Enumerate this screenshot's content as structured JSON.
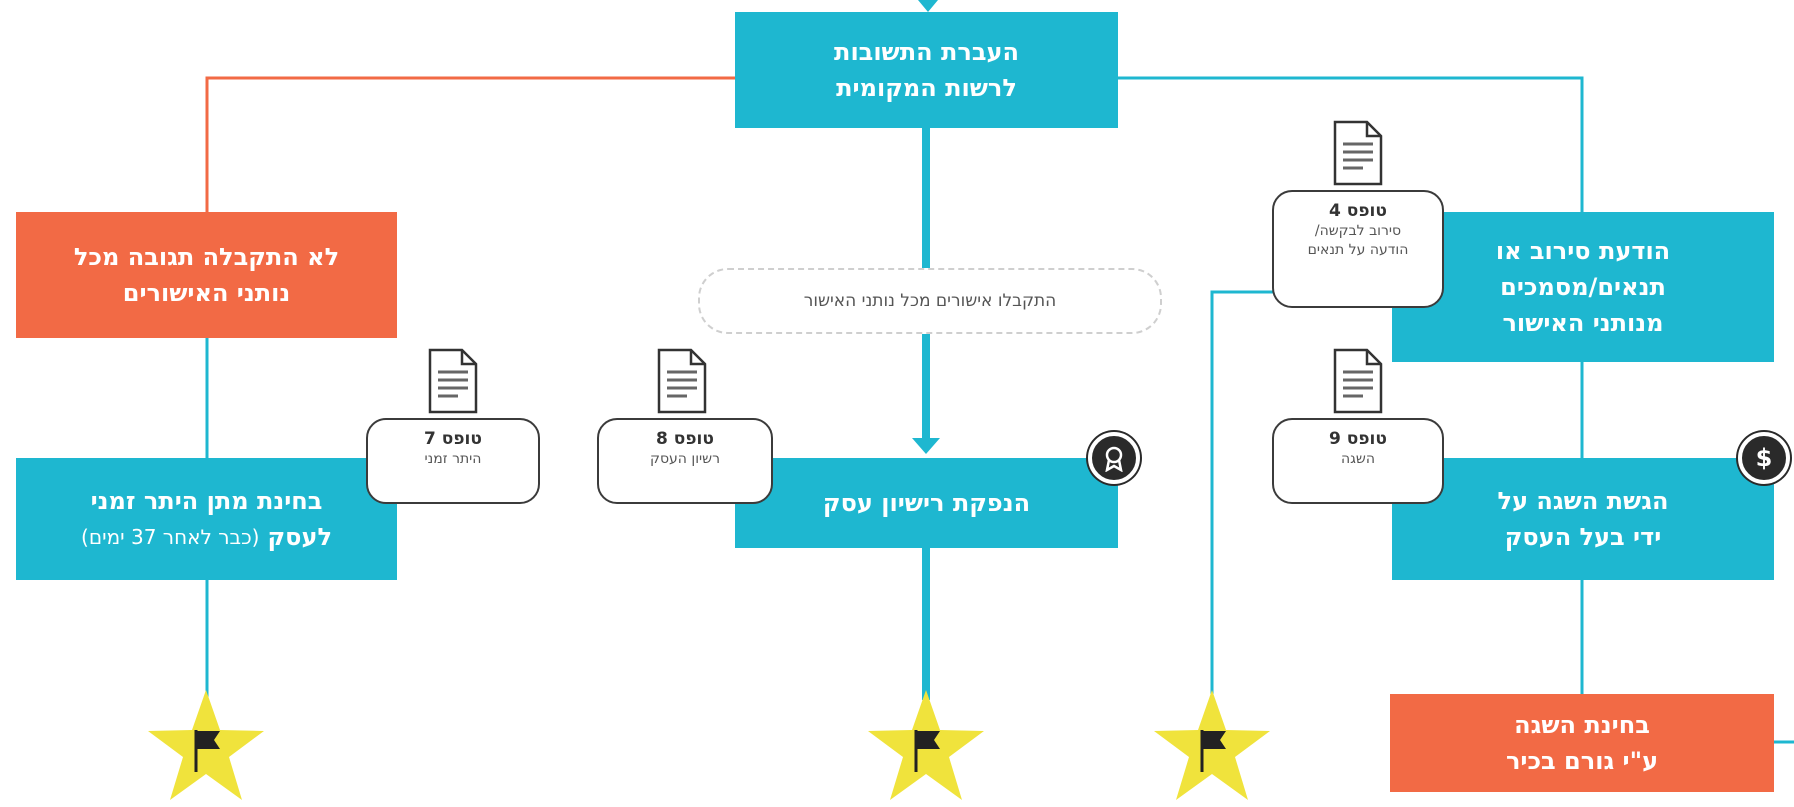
{
  "boxes": {
    "transfer": "העברת התשובות\nלרשות המקומית",
    "no_response": "לא התקבלה תגובה מכל\nנותני האישורים",
    "objection": "הודעת סירוב או\nתנאים/מסמכים\nמנותני האישור",
    "temp_permit_main": "בחינת מתן היתר זמני",
    "temp_permit_line2": "לעסק",
    "temp_permit_sub": "(כבר לאחר 37 ימים)",
    "license_issue": "הנפקת רישיון עסק",
    "appeal_submit": "הגשת השגה על\nידי בעל העסק",
    "appeal_review": "בחינת השגה\nע\"י גורם בכיר"
  },
  "pill": "התקבלו אישורים מכל נותני האישור",
  "notes": {
    "form4": {
      "title": "טופס 4",
      "desc": "סירוב לבקשה/\nהודעה על תנאים"
    },
    "form7": {
      "title": "טופס 7",
      "desc": "היתר זמני"
    },
    "form8": {
      "title": "טופס 8",
      "desc": "רשיון העסק"
    },
    "form9": {
      "title": "טופס 9",
      "desc": "השגה"
    }
  },
  "icons": {
    "dollar": "$",
    "license_badge": "certificate-icon"
  },
  "colors": {
    "teal": "#1eb7d0",
    "orange": "#f26a45",
    "star": "#f0e33c",
    "dark": "#2a2a2a"
  }
}
